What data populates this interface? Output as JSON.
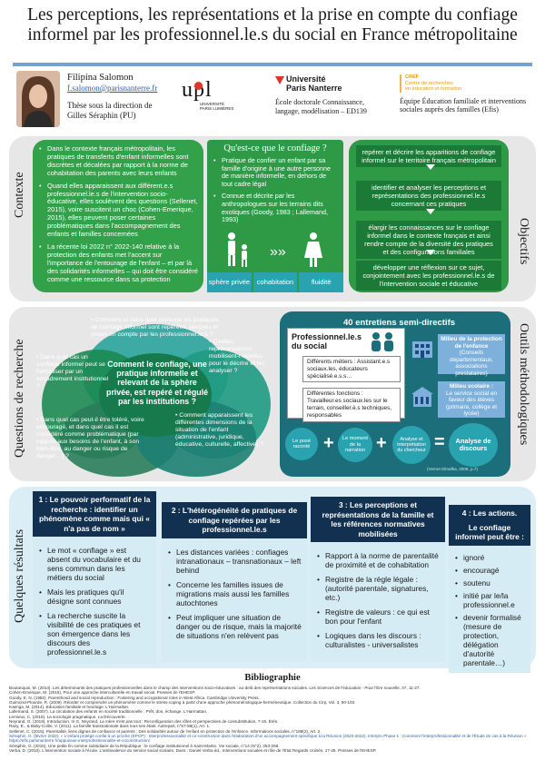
{
  "title": "Les perceptions, les représentations et la prise en compte du confiage informel par les professionnel.le.s du social en France métropolitaine",
  "author": {
    "name": "Filipina Salomon",
    "email": "f.salomon@parisnanterre.fr",
    "thesis_line1": "Thèse sous la direction de",
    "thesis_line2": "Gilles Séraphin (PU)"
  },
  "logos": {
    "upl_main": "upl",
    "upl_sub1": "UNIVERSITÉ",
    "upl_sub2": "PARIS LUMIÈRES",
    "upn_line1": "Université",
    "upn_line2": "Paris Nanterre",
    "ecole": "École doctorale Connaissance, langage, modélisation – ED139",
    "cref_line1": "CREF",
    "cref_line2": "Centre de recherches",
    "cref_line3": "en éducation et formation",
    "equipe": "Équipe Éducation familiale et interventions sociales auprès des familles (Efis)"
  },
  "sections": {
    "contexte": "Contexte",
    "objectifs": "Objectifs",
    "questions": "Questions de recherche",
    "outils": "Outils méthodologiques",
    "resultats": "Quelques résultats"
  },
  "contexte": {
    "bullets": [
      "Dans le contexte français métropolitain, les pratiques de transferts d'enfant informelles sont discrètes et décalées par rapport à la norme de cohabitation des parents avec leurs enfants",
      "Quand elles apparaissent aux différent.e.s professionnel.le.s de l'intervention socio-éducative, elles soulèvent des questions (Sellenet, 2015), voire suscitent un choc (Cohen-Emerique, 2015), elles peuvent poser certaines problématiques dans l'accompagnement des enfants et familles concernées",
      "La récente loi 2022 n° 2022-140 relative à la protection des enfants met l'accent sur l'importance de l'entourage de l'enfant – et par là des solidarités informelles – qui doit être considéré comme une ressource dans sa protection"
    ],
    "confiage_title": "Qu'est-ce que le confiage ?",
    "confiage_bullets": [
      "Pratique de confier un enfant par sa famille d'origine à une autre personne de manière informelle, en dehors de tout cadre légal",
      "Connue et décrite par les anthropologues sur les terrains dits exotiques (Goody, 1983 ; Lallemand, 1993)"
    ],
    "arrows": "»»",
    "tags": [
      "sphère privée",
      "cohabitation",
      "fluidité"
    ]
  },
  "objectifs": [
    "repérer et décrire les apparitions de confiage informel sur le territoire français métropolitain",
    "identifier et analyser les perceptions et représentations des professionnel.le.s concernant ces pratiques",
    "élargir les connaissances sur le confiage informel dans le contexte français et ainsi rendre compte de la diversité des pratiques et des configurations familiales",
    "développer une réflexion sur ce sujet, conjointement avec les professionnel.le.s de l'intervention sociale et éducative"
  ],
  "questions": {
    "center": "Comment le confiage, une pratique informelle et relevant de la sphère privée, est repéré et régulé par les institutions ?",
    "q_top": "Comment et dans quel contexte les pratiques de confiage informel sont repérées, perçues et prises en compte par les professionnel.le.s ?",
    "q_left": "Dans quel cas un confiage informel peut se formaliser par un encadrement institutionnel ?",
    "q_right": "Quelles représentations mobilisent-t-ils/elles pour le décrire et les analyser ?",
    "q_bottom_left": "Dans quel cas peut-il être toléré, voire encouragé, et dans quel cas il est considéré comme problématique (par rapport aux besoins de l'enfant, à son bien-être, au danger ou risque de danger…) ?",
    "q_bottom_right": "Comment apparaissent les différentes dimensions de la situation de l'enfant (administrative, juridique, éducative, culturelle, affective) ?"
  },
  "outils": {
    "title": "40 entretiens semi-directifs",
    "pro_title": "Professionnel.le.s du social",
    "metiers": "Différents métiers : Assistant.e.s sociaux.les, éducateurs spécialisé.e.s.s…",
    "fonctions": "Différentes fonctions : Travailleur.es sociaux.les sur le terrain, conseiller.è.s techniques, responsables",
    "milieu1_title": "Milieu de la protection de l'enfance",
    "milieu1_sub": "(Conseils départementaux, associations prestataires)",
    "milieu2_title": "Milieu scolaire :",
    "milieu2_sub": "Le service social en faveur des élèves (primaire, collège et lycée)",
    "steps": [
      "Le posé raconté",
      "Le moment de la narration",
      "Analyse et interprétation du chercheur",
      "Analyse de discours"
    ],
    "plus": "+",
    "equals": "=",
    "credit": "(Vernet Eltnafka, 2008, p.7)"
  },
  "resultats": [
    {
      "head": "1 : Le pouvoir performatif de la recherche : identifier un phénomène comme mais qui « n'a pas de nom »",
      "items": [
        "Le mot « confiage » est absent du vocabulaire et du sens commun dans les métiers du social",
        "Mais les pratiques qu'il désigne sont connues",
        "La recherche suscite la visibilité de ces pratiques et son émergence dans les discours des professionnel.le.s"
      ]
    },
    {
      "head": "2 : L'hétérogénéité de pratiques de confiage repérées par les professionnel.le.s",
      "items": [
        "Les distances variées : confiages intranationaux – transnationaux – left behind",
        "Concerne les familles issues de migrations mais aussi les familles autochtones",
        "Peut impliquer une situation de danger ou de risque, mais la majorité de situations n'en relèvent pas"
      ]
    },
    {
      "head": "3 : Les perceptions et représentations de la famille et les références normatives mobilisées",
      "items": [
        "Rapport à la norme de parentalité de proximité et de cohabitation",
        "Registre de la règle légale : (autorité parentale, signatures, etc.)",
        "Registre de valeurs : ce qui est bon pour l'enfant",
        "Logiques dans les discours : culturalistes - universalistes"
      ]
    },
    {
      "head": "4 : Les actions.",
      "subhead": "Le confiage informel peut être :",
      "items": [
        "ignoré",
        "encouragé",
        "soutenu",
        "initié par le/la professionnel.e",
        "devenir formalisé (mesure de protection, délégation d'autorité parentale…)"
      ]
    }
  ],
  "bibliographie": {
    "title": "Bibliographie",
    "entries": [
      "Boutanquoi, M. (2014). Les déterminants des pratiques professionnelles dans le champ des interventions socio-éducatives : au-delà des représentations sociales. Les Sciences de l'éducation - Pour l'Ère nouvelle, 47, 11-27.",
      "Cohen-Emerique, M. (2015). Pour une approche interculturelle en travail social. Presses de l'EHESP.",
      "Goody, E. N. (1982). Parenthood and social reproduction : Fostering and occupational roles in West Africa. Cambridge University Press.",
      "Guimond-Plourde, R. (2009). Réorder et comprendre un phénomène comme le stress-coping à partir d'une approche phénoménologique-herméneutique. Collection du Cirp, Vol. 3, 90-103.",
      "Kaenga, M. (2014). Education familiale et heurtage. L'Harmattan.",
      "Lallemand, S. (2007). La circulation des enfants en société traditionnelle : Prêt, don, échange. L'Harmattan.",
      "Lemieux, C. (2018). La sociologie pragmatique. La Découverte.",
      "Neyrand, G. (2019). Introduction. In G. Neyrand, La mère n'est pas tout : Reconfiguration des rôles et perspectives de consubstitution, 7-15. Érès.",
      "Razy, É., & Baby-Collin, V. (2011). La famille transnationale dans tous ses états. Autrepart, n°57-58(1), Art. 1.",
      "Sellenet, C. (2015). Parentalité, liens dignes de confiance et parents : Des solidarités autour de l'enfant en protection de l'enfance. Informations sociales, n°188(2), Art. 2.",
      "Séraphin, G. (février 2022). « L'enfant protégé confié à un proche (EPCP) : Interprofessionnalité et co-construction dans l'élaboration d'un accompagnement spécifique à la Réunion (2020-2022). Interpro Phase 1 : Comment l'interprofessionnalité et de l'Étude de cas à la Réunion » https://efis.parisnanterre.fr/appui/axe-interprofessionnalite-et-coconstruction/",
      "Séraphin, G. (2015). Une petite fin comme subsidiaire de la République : le confiage institutionnel à Saint-Martin. Vie sociale, n°14 (N°2), 253-269.",
      "Verba, D. (2010). L'intervention sociale à l'école. L'ambivalence du service social scolaire. Dans : Daniel Verba éd., Interventions sociales et rôle de l'État Regards croisés, 17-28. Presses de l'EHESP."
    ]
  },
  "colors": {
    "title_bar": "#7aa2c9",
    "green": "#33a04a",
    "green_dark": "#1c7a37",
    "teal": "#1b6e7a",
    "teal_light": "#2aa3b1",
    "navy": "#12304f",
    "panel": "#e7e7e7"
  }
}
